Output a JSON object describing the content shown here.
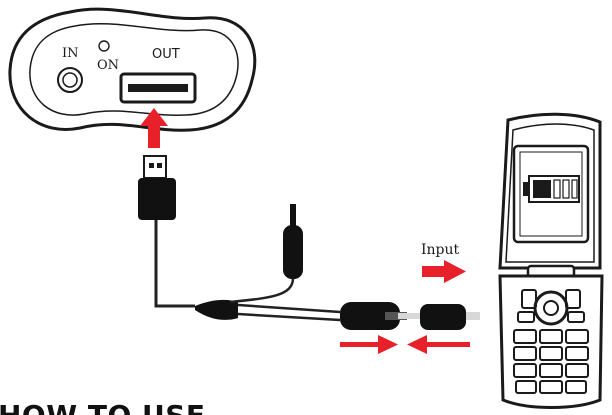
{
  "power_bank": {
    "in_label": "IN",
    "on_label": "ON",
    "out_label": "OUT"
  },
  "input_label": "Input",
  "footer_heading": "HOW TO USE",
  "colors": {
    "arrow": "#e8202a",
    "stroke": "#1a1a1a",
    "cable": "#222222",
    "highlight": "#d8d8d8"
  },
  "icons": {
    "phone": "mobile-phone-icon",
    "battery": "battery-icon",
    "usb": "usb-plug-icon"
  }
}
